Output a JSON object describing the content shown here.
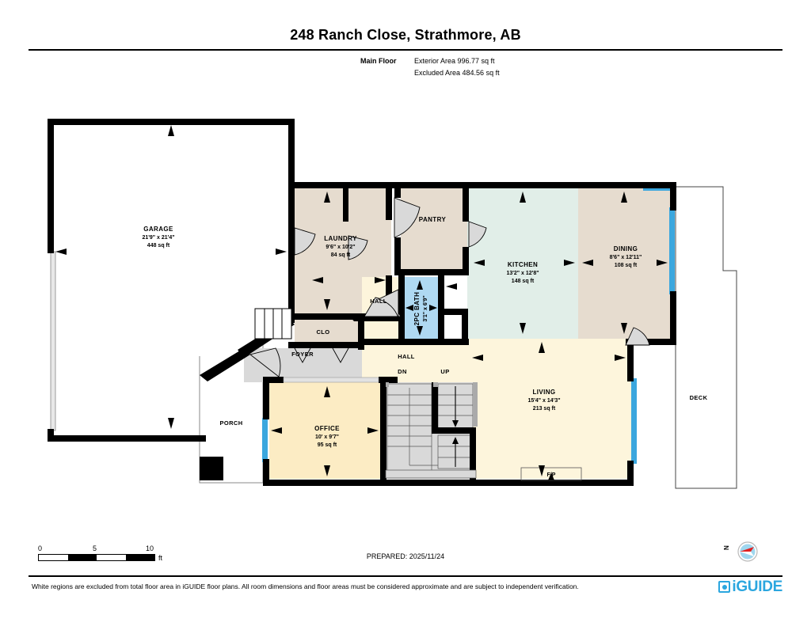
{
  "header": {
    "title": "248 Ranch Close, Strathmore, AB",
    "floor_label": "Main Floor",
    "exterior_area": "Exterior Area 996.77 sq ft",
    "excluded_area": "Excluded Area 484.56 sq ft"
  },
  "rooms": {
    "garage": {
      "name": "GARAGE",
      "dim": "21'9\" x 21'4\"",
      "area": "448 sq ft"
    },
    "laundry": {
      "name": "LAUNDRY",
      "dim": "9'6\" x 10'2\"",
      "area": "84 sq ft"
    },
    "pantry": {
      "name": "PANTRY",
      "dim": "",
      "area": ""
    },
    "kitchen": {
      "name": "KITCHEN",
      "dim": "13'2\" x 12'8\"",
      "area": "148 sq ft"
    },
    "dining": {
      "name": "DINING",
      "dim": "8'6\" x 12'11\"",
      "area": "108 sq ft"
    },
    "bath": {
      "name": "2PC BATH",
      "dim": "3'1\" x 6'9\"",
      "area": ""
    },
    "hall_upper": {
      "name": "HALL",
      "dim": "",
      "area": ""
    },
    "clo": {
      "name": "CLO",
      "dim": "",
      "area": ""
    },
    "foyer": {
      "name": "FOYER",
      "dim": "",
      "area": ""
    },
    "hall_lower": {
      "name": "HALL",
      "dim": "",
      "area": ""
    },
    "office": {
      "name": "OFFICE",
      "dim": "10' x 9'7\"",
      "area": "95 sq ft"
    },
    "living": {
      "name": "LIVING",
      "dim": "15'4\" x 14'3\"",
      "area": "213 sq ft"
    },
    "porch": {
      "name": "PORCH",
      "dim": "",
      "area": ""
    },
    "deck": {
      "name": "DECK",
      "dim": "",
      "area": ""
    }
  },
  "annotations": {
    "stairs_down": "DN",
    "stairs_up": "UP",
    "fireplace": "F/P"
  },
  "scale": {
    "tick_0": "0",
    "tick_5": "5",
    "tick_10": "10",
    "unit": "ft"
  },
  "compass": {
    "north_label": "N"
  },
  "footer": {
    "prepared": "PREPARED: 2025/11/24",
    "disclaimer": "White regions are excluded from total floor area in iGUIDE floor plans. All room dimensions and floor areas must be considered approximate and are subject to independent verification.",
    "brand": "iGUIDE"
  },
  "colors": {
    "wall": "#000000",
    "window": "#3BA7DE",
    "brand": "#2BA6DF",
    "garage_fill": "#FFFFFF",
    "laundry_fill": "#E6DCCF",
    "pantry_fill": "#E6DCCF",
    "dining_fill": "#E6DCCF",
    "clo_fill": "#E6DCCF",
    "kitchen_fill": "#E1EEE8",
    "bath_fill": "#AFD9F2",
    "living_fill": "#FDF5DC",
    "office_fill": "#FCECC4",
    "hall_fill": "#FDF5DC",
    "foyer_fill": "#D9D9D9",
    "stairs_fill": "#D9D9D9",
    "door_swing": "#D9D9D9"
  }
}
